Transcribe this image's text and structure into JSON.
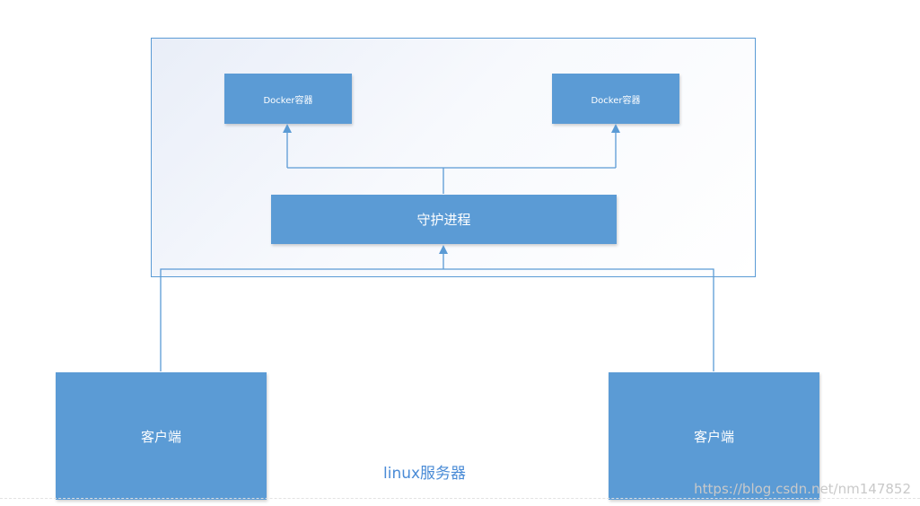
{
  "diagram": {
    "docker_left_label": "Docker容器",
    "docker_right_label": "Docker容器",
    "daemon_label": "守护进程",
    "client_left_label": "客户端",
    "client_right_label": "客户端",
    "server_caption": "linux服务器",
    "watermark": "https://blog.csdn.net/nm147852"
  },
  "colors": {
    "box_fill": "#5b9bd5",
    "connector": "#5b9bd5",
    "caption_text": "#4a8bd6"
  }
}
